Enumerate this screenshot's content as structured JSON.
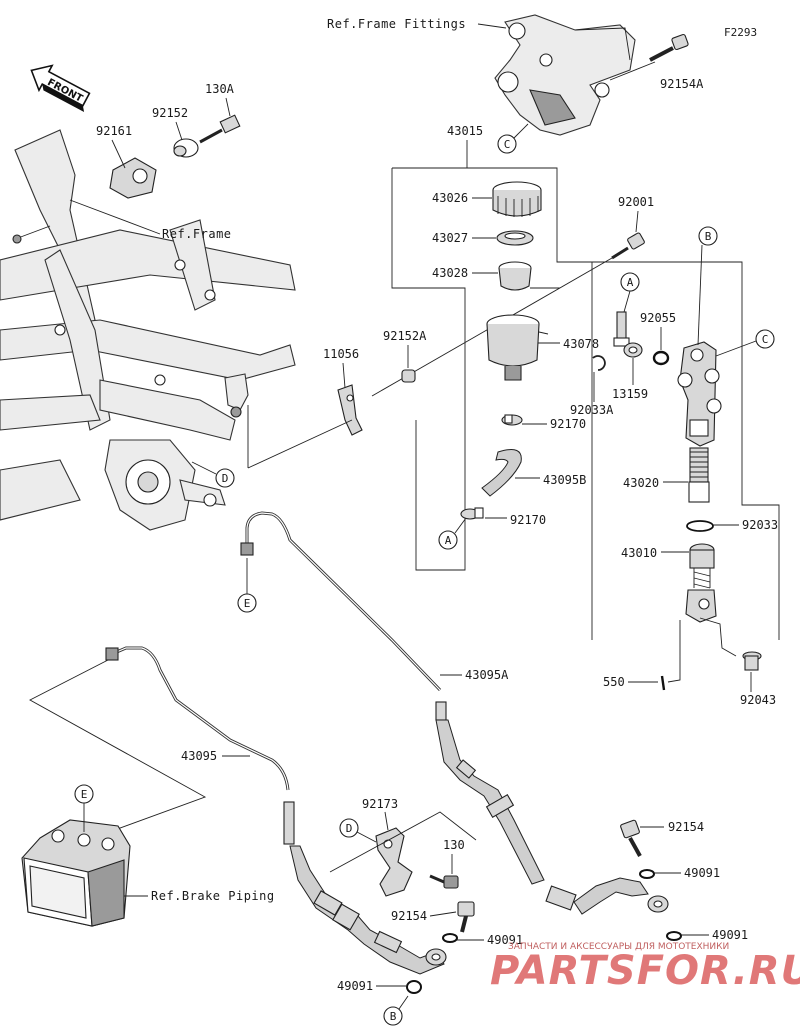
{
  "figure_code": "F2293",
  "front_marker": "FRONT",
  "refs": {
    "frame_fittings": "Ref.Frame Fittings",
    "frame": "Ref.Frame",
    "brake_piping": "Ref.Brake Piping"
  },
  "parts": {
    "p43015": "43015",
    "p43026": "43026",
    "p43027": "43027",
    "p43028": "43028",
    "p43078": "43078",
    "p92001": "92001",
    "p92055": "92055",
    "p92154A": "92154A",
    "p92152A": "92152A",
    "p11056": "11056",
    "p13159": "13159",
    "p92033A": "92033A",
    "p92170a": "92170",
    "p92170b": "92170",
    "p43095B": "43095B",
    "p43020": "43020",
    "p92033": "92033",
    "p43010": "43010",
    "p550": "550",
    "p92043": "92043",
    "p43095A": "43095A",
    "p43095": "43095",
    "p92173": "92173",
    "p130": "130",
    "p92154a": "92154",
    "p92154b": "92154",
    "p49091a": "49091",
    "p49091b": "49091",
    "p49091c": "49091",
    "p49091d": "49091",
    "p92161": "92161",
    "p92152": "92152",
    "p130A": "130A"
  },
  "callouts": {
    "A": "A",
    "B": "B",
    "C": "C",
    "D": "D",
    "E": "E"
  },
  "watermark": {
    "brand": "PARTSFOR.RU",
    "tagline": "ЗАПЧАСТИ И АКСЕССУАРЫ ДЛЯ МОТОТЕХНИКИ"
  }
}
